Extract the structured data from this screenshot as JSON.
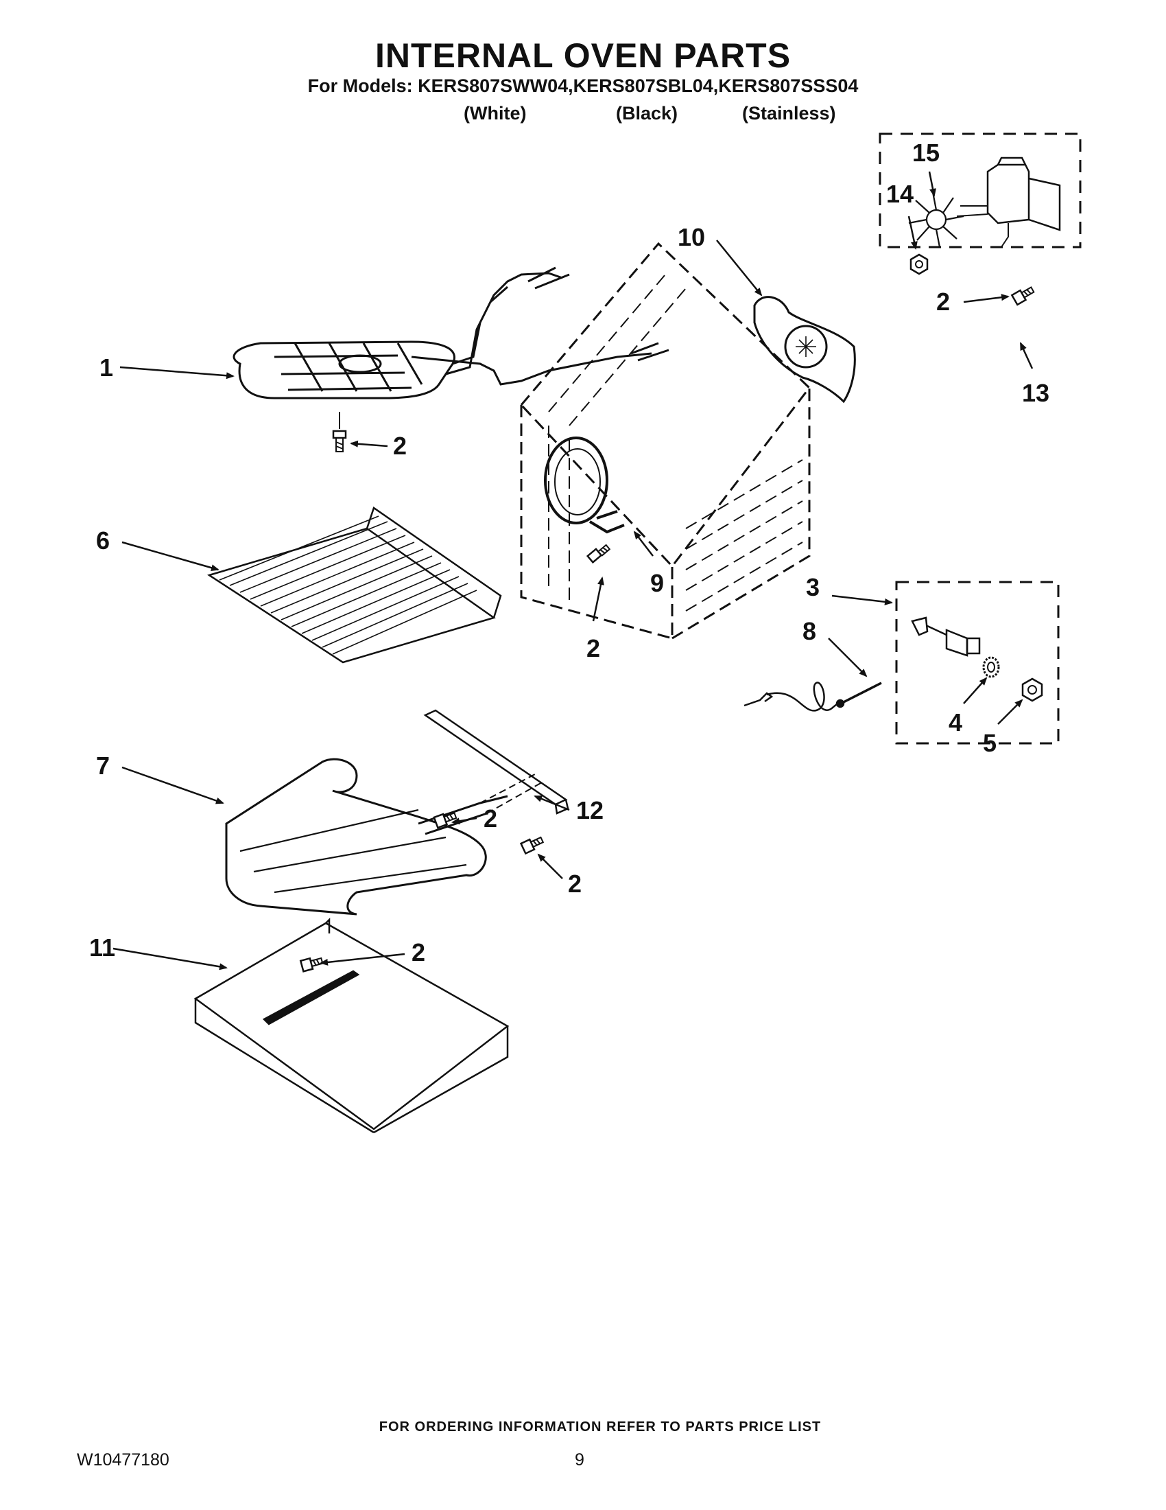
{
  "header": {
    "title": "INTERNAL OVEN PARTS",
    "models": "For Models: KERS807SWW04,KERS807SBL04,KERS807SSS04",
    "variants": [
      "(White)",
      "(Black)",
      "(Stainless)"
    ]
  },
  "callouts": {
    "c1": "1",
    "c2a": "2",
    "c2b": "2",
    "c2c": "2",
    "c2d": "2",
    "c2e": "2",
    "c2f": "2",
    "c3": "3",
    "c4": "4",
    "c5": "5",
    "c6": "6",
    "c7": "7",
    "c8": "8",
    "c9": "9",
    "c10": "10",
    "c11": "11",
    "c12": "12",
    "c13": "13",
    "c14": "14",
    "c15": "15"
  },
  "footer": {
    "ordering_note": "FOR ORDERING INFORMATION REFER TO PARTS PRICE LIST",
    "doc_number": "W10477180",
    "page_number": "9"
  }
}
